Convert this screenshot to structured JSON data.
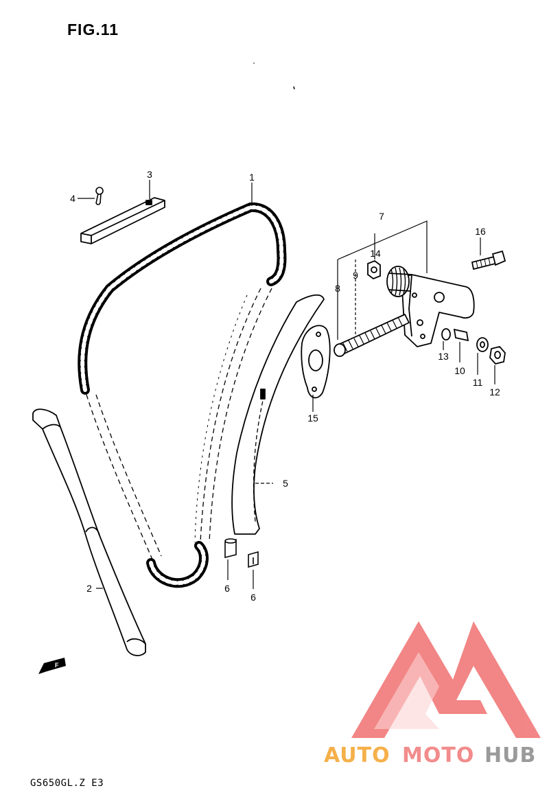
{
  "figure": {
    "title": "FIG.11",
    "model_code": "GS650GL.Z  E3"
  },
  "callouts": {
    "p1": "1",
    "p2": "2",
    "p3": "3",
    "p4": "4",
    "p5": "5",
    "p6": "6",
    "p7": "7",
    "p8": "8",
    "p9": "9",
    "p10": "10",
    "p11": "11",
    "p12": "12",
    "p13": "13",
    "p14": "14",
    "p15": "15",
    "p16": "16",
    "p6b": "6"
  },
  "direction_mark": "F",
  "watermark": {
    "part1": "AUTO",
    "part2": "MOTO",
    "part3": "HUB",
    "colors": {
      "auto": "#f5b04a",
      "moto": "#f28c8c",
      "hub": "#9a9a9a",
      "logo": "#f27f7f"
    }
  }
}
